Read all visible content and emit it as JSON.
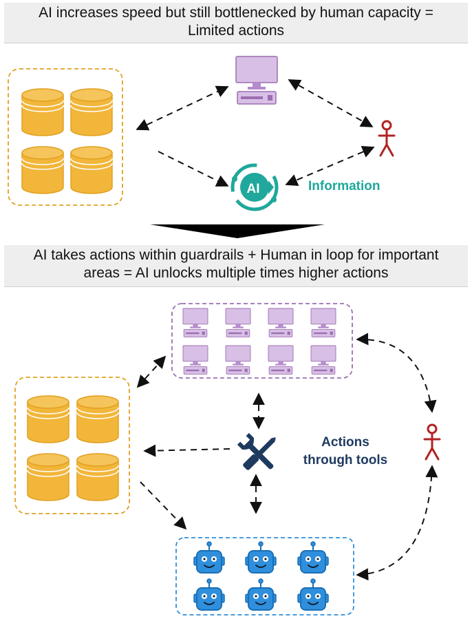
{
  "top_banner": {
    "line1": "AI increases speed but still bottlenecked by human capacity =",
    "line2": "Limited actions"
  },
  "bottom_banner": {
    "line1": "AI takes actions within guardrails + Human in loop for important",
    "line2": "areas = AI unlocks multiple times higher actions"
  },
  "labels": {
    "information": "Information",
    "actions_line1": "Actions",
    "actions_line2": "through tools"
  },
  "ai_badge_text": "AI",
  "icons": {
    "database": "database-icon",
    "computer": "computer-icon",
    "person": "person-icon",
    "ai_logo": "ai-logo-icon",
    "tools": "wrench-screwdriver-icon",
    "robot": "robot-icon"
  },
  "colors": {
    "database": "#f2b63a",
    "database_border": "#e0a020",
    "computer": "#c8a2d8",
    "computer_border": "#9b6fb0",
    "person": "#b22222",
    "ai_logo": "#1fa89b",
    "tools": "#1e3a5f",
    "robot": "#2f8fdc",
    "robot_border": "#1a6fb5"
  }
}
